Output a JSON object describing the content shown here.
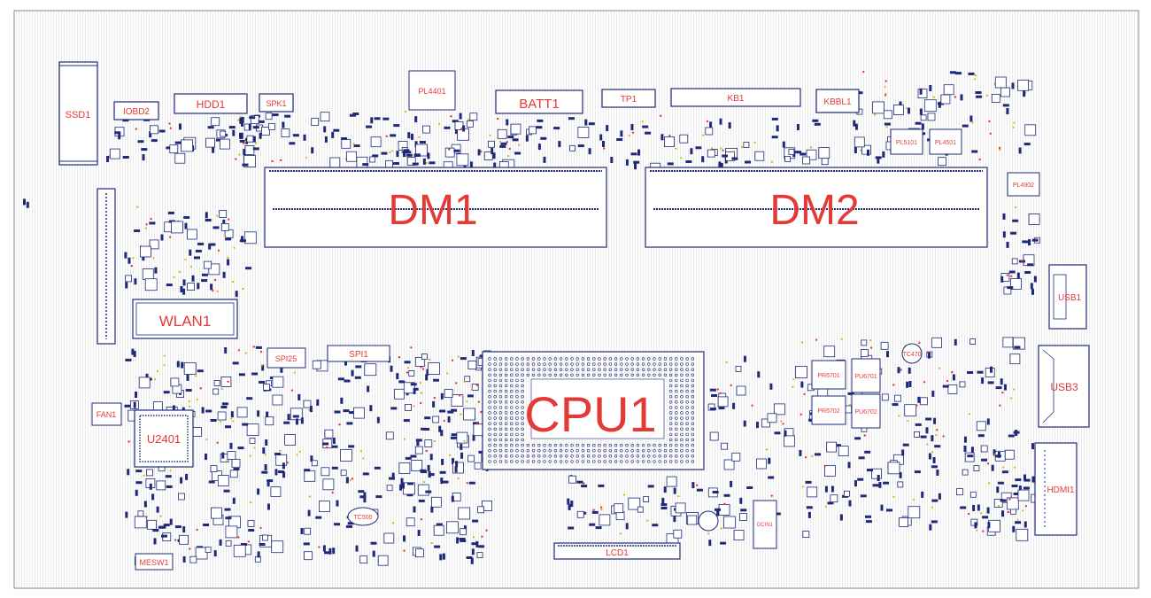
{
  "labels": {
    "ssd1": "SSD1",
    "iobd2": "IOBD2",
    "hdd1": "HDD1",
    "spk1": "SPK1",
    "pl4401": "PL4401",
    "batt1": "BATT1",
    "tp1": "TP1",
    "kb1": "KB1",
    "kbbl1": "KBBL1",
    "pl5101": "PL5101",
    "pl4501": "PL4501",
    "pl4902": "PL4902",
    "dm1": "DM1",
    "dm2": "DM2",
    "wlan1": "WLAN1",
    "usb1": "USB1",
    "spi25": "SPI25",
    "spi1": "SPI1",
    "cpu1": "CPU1",
    "usb3": "USB3",
    "fan1": "FAN1",
    "u2401": "U2401",
    "hdmi1": "HDMI1",
    "lcd1": "LCD1",
    "mesw1": "MESW1",
    "tc500": "TC500",
    "dcin1": "DCIN1",
    "tc470": "TC470",
    "pr6701": "PR6701",
    "pu6701": "PU6701",
    "pr6702": "PR6702",
    "pu6702": "PU6702"
  },
  "colors": {
    "label": "#e53935",
    "component_outline": "#1e2a78",
    "board_background": "#ffffff",
    "hatch_lines": "#d4d4d4",
    "via_red": "#e53935",
    "via_yellow": "#d8b300"
  }
}
